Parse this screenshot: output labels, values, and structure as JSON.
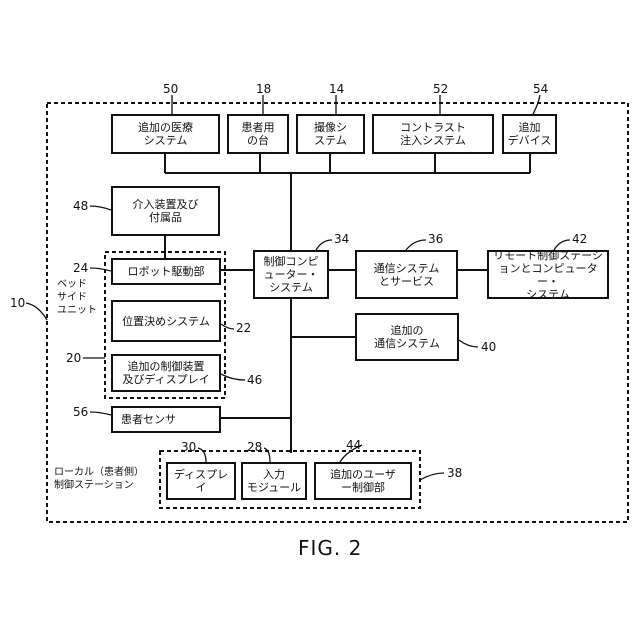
{
  "boxes": {
    "b50": {
      "ref": "50",
      "text": "追加の医療\nシステム"
    },
    "b18": {
      "ref": "18",
      "text": "患者用\nの台"
    },
    "b14": {
      "ref": "14",
      "text": "撮像シ\nステム"
    },
    "b52": {
      "ref": "52",
      "text": "コントラスト\n注入システム"
    },
    "b54": {
      "ref": "54",
      "text": "追加\nデバイス"
    },
    "b48": {
      "ref": "48",
      "text": "介入装置及び\n付属品"
    },
    "b24": {
      "ref": "24",
      "text": "ロボット駆動部"
    },
    "b22": {
      "ref": "22",
      "text": "位置決めシステム"
    },
    "b46": {
      "ref": "46",
      "text": "追加の制御装置\n及びディスプレイ"
    },
    "b34": {
      "ref": "34",
      "text": "制御コンピ\nューター・\nシステム"
    },
    "b36": {
      "ref": "36",
      "text": "通信システム\nとサービス"
    },
    "b42": {
      "ref": "42",
      "text": "リモート制御ステーシ\nョンとコンピューター・\nシステム"
    },
    "b40": {
      "ref": "40",
      "text": "追加の\n通信システム"
    },
    "b56": {
      "ref": "56",
      "text": "患者センサ"
    },
    "b30": {
      "ref": "30",
      "text": "ディスプレイ"
    },
    "b28": {
      "ref": "28",
      "text": "入力\nモジュール"
    },
    "b44": {
      "ref": "44",
      "text": "追加のユーザ\nー制御部"
    }
  },
  "groups": {
    "outer_ref": "10",
    "bedside_ref": "20",
    "bedside_label": "ベッド\nサイド\nユニット",
    "local_ref": "38",
    "local_label": "ローカル（患者側）\n制御ステーション"
  },
  "figure_label": "FIG. 2"
}
